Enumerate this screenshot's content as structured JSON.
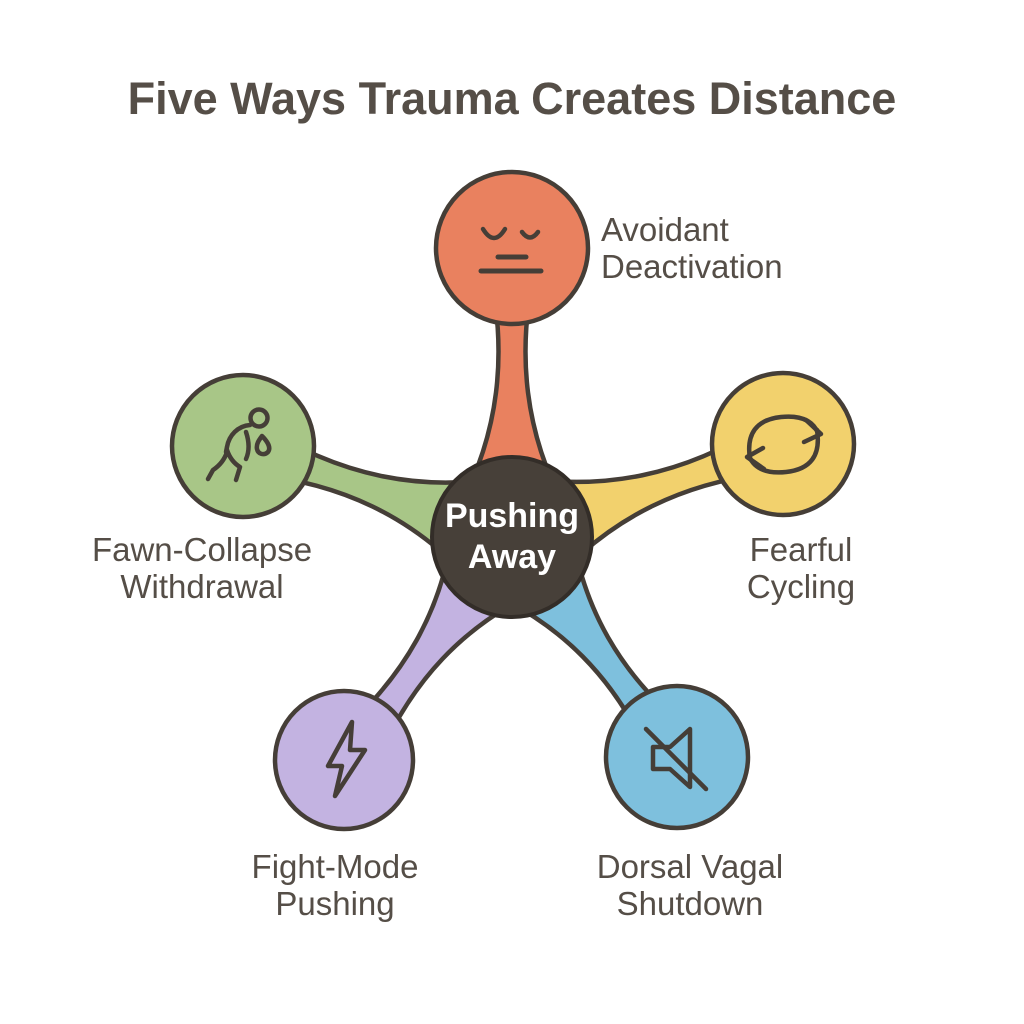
{
  "title": "Five Ways Trauma Creates Distance",
  "center": {
    "label": "Pushing\nAway",
    "color": "#474039"
  },
  "nodes": [
    {
      "id": "avoidant-deactivation",
      "label": "Avoidant\nDeactivation",
      "color": "#E9815F",
      "icon": "neutral-face-icon"
    },
    {
      "id": "fearful-cycling",
      "label": "Fearful\nCycling",
      "color": "#F2D16D",
      "icon": "cycle-arrows-icon"
    },
    {
      "id": "dorsal-vagal-shutdown",
      "label": "Dorsal Vagal\nShutdown",
      "color": "#7EC0DD",
      "icon": "muted-speaker-icon"
    },
    {
      "id": "fight-mode-pushing",
      "label": "Fight-Mode\nPushing",
      "color": "#C3B3E1",
      "icon": "lightning-bolt-icon"
    },
    {
      "id": "fawn-collapse-withdrawal",
      "label": "Fawn-Collapse\nWithdrawal",
      "color": "#A8C687",
      "icon": "slumped-person-icon"
    }
  ],
  "colors": {
    "outline": "#453E37",
    "text": "#554E47",
    "center_text": "#FFFFFF",
    "background": "#FFFFFF"
  }
}
